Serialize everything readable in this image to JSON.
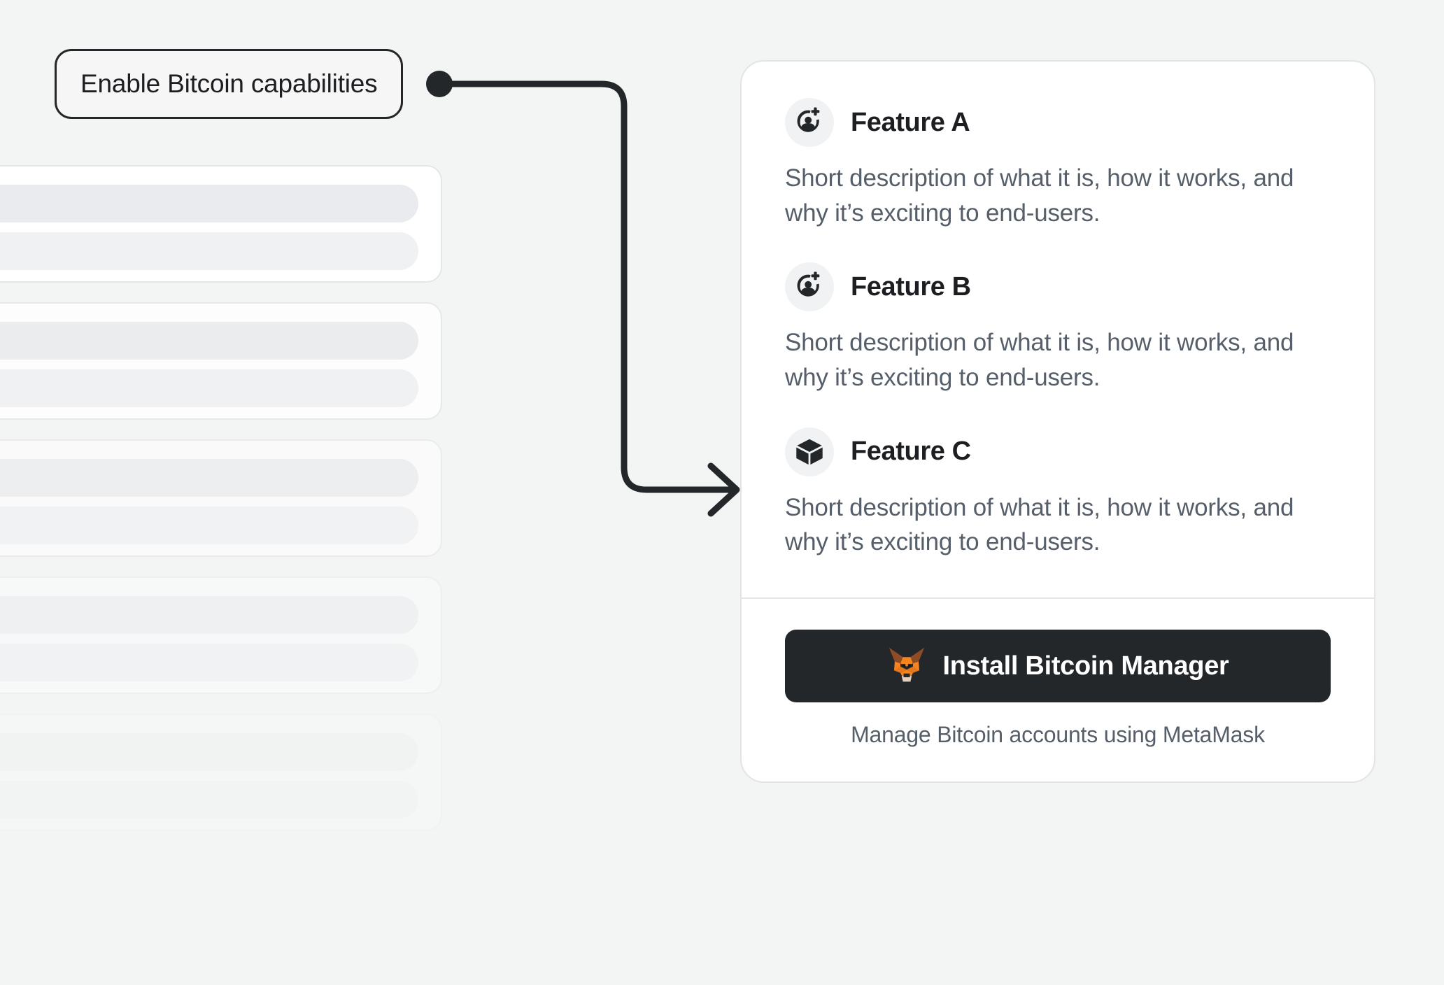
{
  "page": {
    "background_color": "#f3f4f4"
  },
  "callout": {
    "label": "Enable Bitcoin capabilities",
    "border_color": "#24272a",
    "connector": {
      "icon": "elbow-arrow-connector",
      "dot_icon": "connector-dot",
      "arrow_icon": "arrow-right-icon",
      "color": "#24272a"
    }
  },
  "skeleton": {
    "item_count": 5,
    "items": [
      {
        "bar_primary": "",
        "bar_secondary": ""
      },
      {
        "bar_primary": "",
        "bar_secondary": ""
      },
      {
        "bar_primary": "",
        "bar_secondary": ""
      },
      {
        "bar_primary": "",
        "bar_secondary": ""
      },
      {
        "bar_primary": "",
        "bar_secondary": ""
      }
    ]
  },
  "card": {
    "border_color": "#e2e4e7",
    "background_color": "#ffffff",
    "features": [
      {
        "icon": "add-account-icon",
        "title": "Feature A",
        "description": "Short description of what it is, how it works, and why it’s exciting to end-users."
      },
      {
        "icon": "add-account-icon",
        "title": "Feature B",
        "description": "Short description of what it is, how it works, and why it’s exciting to end-users."
      },
      {
        "icon": "cube-icon",
        "title": "Feature C",
        "description": "Short description of what it is, how it works, and why it’s exciting to end-users."
      }
    ],
    "footer": {
      "install_button": {
        "label": "Install Bitcoin Manager",
        "icon": "metamask-fox-icon",
        "background_color": "#24272a",
        "text_color": "#ffffff"
      },
      "caption": "Manage Bitcoin accounts using MetaMask"
    }
  }
}
